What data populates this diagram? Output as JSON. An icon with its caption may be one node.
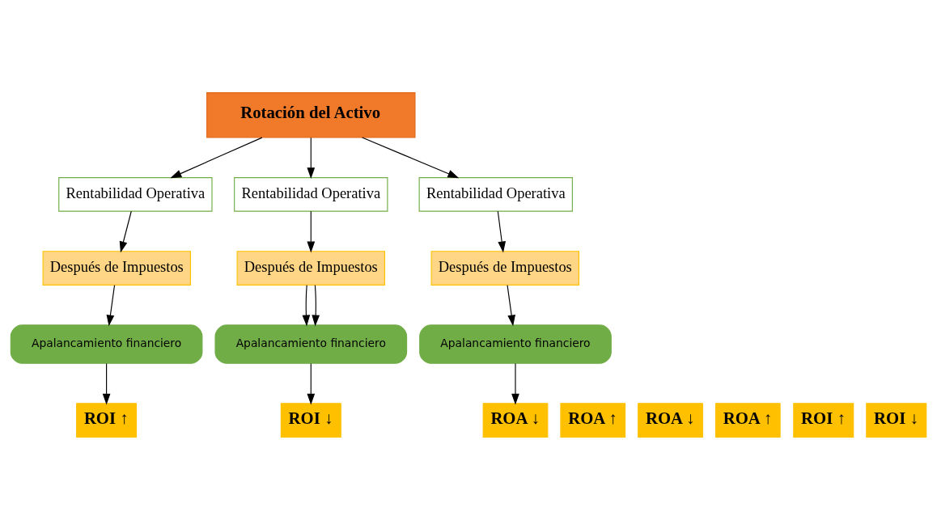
{
  "diagram": {
    "nodes": [
      {
        "text": [
          "Rotación del Activo"
        ]
      },
      {
        "text": [
          "Rentabilidad Operativa"
        ]
      },
      {
        "text": [
          "Rentabilidad Operativa"
        ]
      },
      {
        "text": [
          "Rentabilidad Operativa"
        ]
      },
      {
        "text": [
          "Después de Impuestos"
        ]
      },
      {
        "text": [
          "Después de Impuestos"
        ]
      },
      {
        "text": [
          "Después de Impuestos"
        ]
      },
      {
        "text": [
          "Apalancamiento financiero"
        ]
      },
      {
        "text": [
          "Apalancamiento financiero"
        ]
      },
      {
        "text": [
          "Apalancamiento financiero"
        ]
      },
      {
        "text": [
          "ROA ↑"
        ]
      },
      {
        "text": [
          "ROI ↑"
        ]
      },
      {
        "text": [
          "ROA ↓"
        ]
      },
      {
        "text": [
          "ROI ↓"
        ]
      },
      {
        "text": [
          "ROA ↑"
        ]
      },
      {
        "text": [
          "ROI ↑"
        ]
      },
      {
        "text": [
          "ROA ↓"
        ]
      },
      {
        "text": [
          "ROI ↓"
        ]
      }
    ],
    "edges": [
      {
        "from": 0,
        "to": 1,
        "arrow": "to"
      },
      {
        "from": 0,
        "to": 2,
        "arrow": "to"
      },
      {
        "from": 0,
        "to": 3,
        "arrow": "to"
      },
      {
        "from": 1,
        "to": 4,
        "arrow": "to"
      },
      {
        "from": 2,
        "to": 5,
        "arrow": "to"
      },
      {
        "from": 3,
        "to": 6,
        "arrow": "to"
      },
      {
        "from": 4,
        "to": 7,
        "arrow": "to"
      },
      {
        "from": 5,
        "to": 8,
        "arrow": "to"
      },
      {
        "from": 5,
        "to": 8,
        "arrow": "to"
      },
      {
        "from": 6,
        "to": 9,
        "arrow": "to"
      },
      {
        "from": 7,
        "to": 11,
        "arrow": "to"
      },
      {
        "from": 8,
        "to": 13,
        "arrow": "to"
      },
      {
        "from": 9,
        "to": 16,
        "arrow": "to"
      }
    ]
  }
}
